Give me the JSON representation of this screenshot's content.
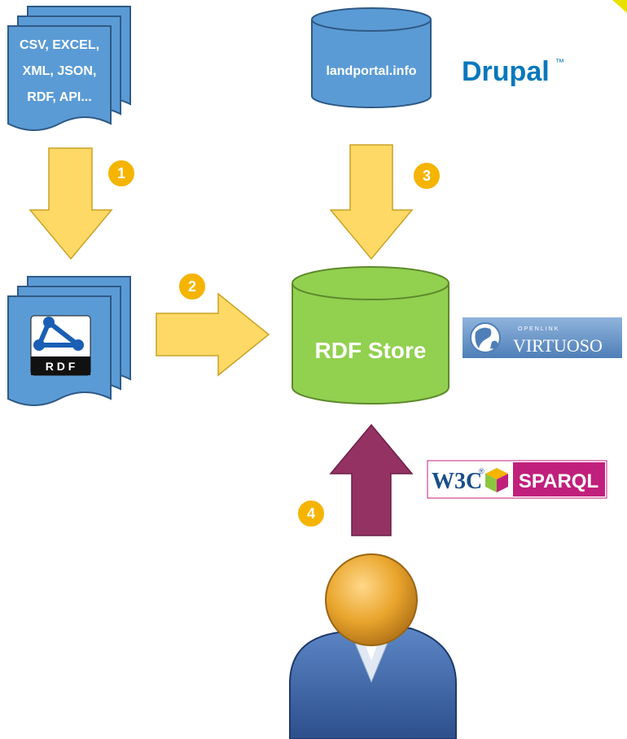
{
  "source_files": {
    "lines": [
      "CSV, EXCEL,",
      "XML, JSON,",
      "RDF, API..."
    ]
  },
  "rdf_document": {
    "label": "R D F"
  },
  "landportal": {
    "label": "landportal.info"
  },
  "drupal_logo": {
    "text": "Drupal",
    "tm": "™"
  },
  "rdf_store": {
    "label": "RDF Store"
  },
  "virtuoso_logo": {
    "small_text": "OPENLINK",
    "big_text": "VIRTUOSO"
  },
  "w3c_sparql_logo": {
    "w3c": "W3C",
    "reg": "®",
    "sparql": "SPARQL"
  },
  "steps": [
    "1",
    "2",
    "3",
    "4"
  ],
  "colors": {
    "doc_blue": "#5b9bd5",
    "doc_stroke": "#2f5a86",
    "store_green": "#92d050",
    "store_stroke": "#5e8a2c",
    "arrow_yellow": "#ffd966",
    "arrow_stroke": "#c9a227",
    "badge_orange": "#f5b400",
    "query_arrow": "#943263",
    "drupal_blue": "#0678be",
    "sparql_magenta": "#c0207c"
  },
  "icons": {
    "user": "user-avatar-icon",
    "rdf": "rdf-logo-icon",
    "globe": "globe-icon"
  }
}
